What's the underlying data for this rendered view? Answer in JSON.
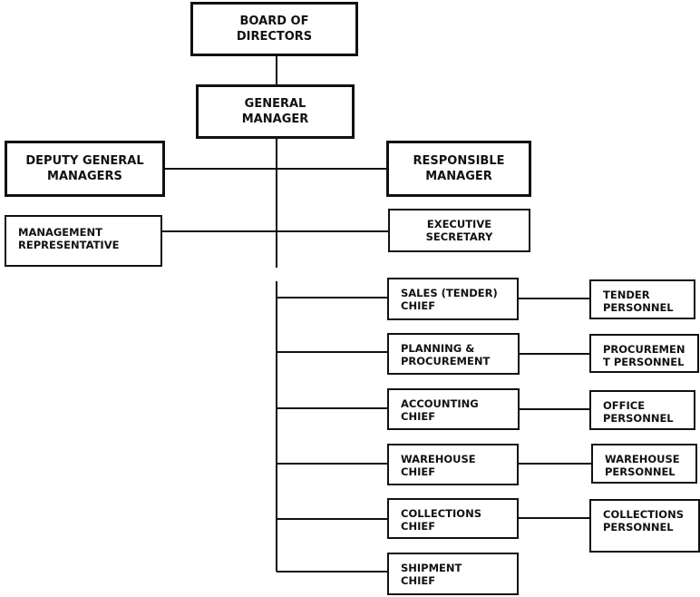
{
  "top": {
    "board": "BOARD OF\nDIRECTORS",
    "general_manager": "GENERAL\nMANAGER"
  },
  "staff": {
    "deputy": "DEPUTY GENERAL\nMANAGERS",
    "responsible": "RESPONSIBLE\nMANAGER",
    "management_rep": "MANAGEMENT\nREPRESENTATIVE",
    "executive_secretary": "EXECUTIVE\nSECRETARY"
  },
  "departments": [
    {
      "chief": "SALES (TENDER)\nCHIEF",
      "personnel": "TENDER\nPERSONNEL"
    },
    {
      "chief": "PLANNING &\nPROCUREMENT",
      "personnel": "PROCUREMEN\nT PERSONNEL"
    },
    {
      "chief": "ACCOUNTING\nCHIEF",
      "personnel": "OFFICE\nPERSONNEL"
    },
    {
      "chief": "WAREHOUSE\nCHIEF",
      "personnel": "WAREHOUSE\nPERSONNEL"
    },
    {
      "chief": "COLLECTIONS\nCHIEF",
      "personnel": "COLLECTIONS\nPERSONNEL"
    },
    {
      "chief": "SHIPMENT\nCHIEF"
    }
  ]
}
